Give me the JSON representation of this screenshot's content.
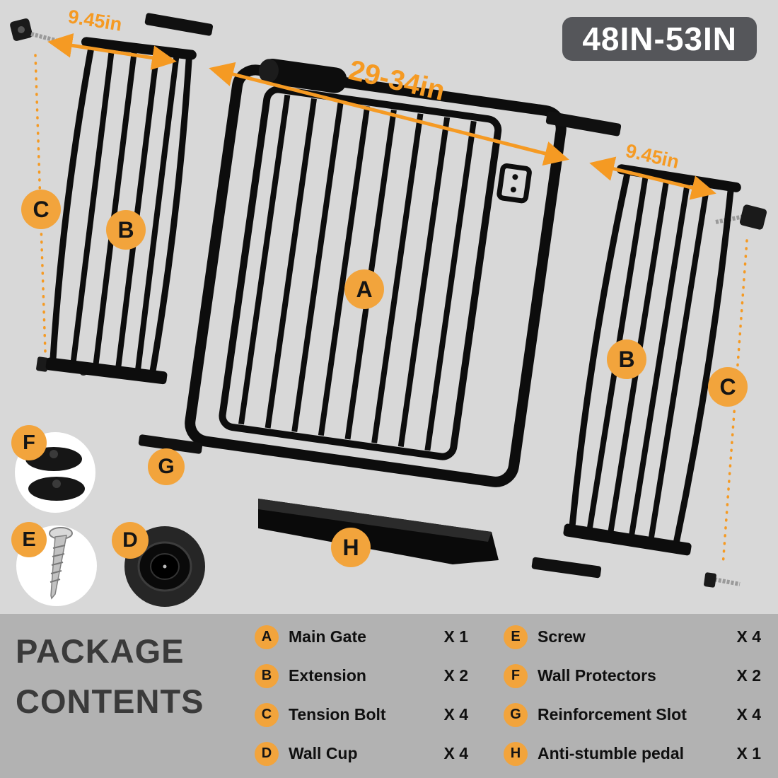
{
  "badge": {
    "label": "48IN-53IN"
  },
  "dimensions": {
    "left": "9.45in",
    "middle": "29-34in",
    "right": "9.45in"
  },
  "callouts": {
    "a": "A",
    "b_left": "B",
    "b_right": "B",
    "c_left": "C",
    "c_right": "C",
    "d": "D",
    "e": "E",
    "f": "F",
    "g": "G",
    "h": "H"
  },
  "package": {
    "title_line1": "PACKAGE",
    "title_line2": "CONTENTS",
    "items": [
      {
        "letter": "A",
        "name": "Main Gate",
        "qty": "X 1"
      },
      {
        "letter": "B",
        "name": "Extension",
        "qty": "X 2"
      },
      {
        "letter": "C",
        "name": "Tension Bolt",
        "qty": "X 4"
      },
      {
        "letter": "D",
        "name": "Wall Cup",
        "qty": "X 4"
      },
      {
        "letter": "E",
        "name": "Screw",
        "qty": "X 4"
      },
      {
        "letter": "F",
        "name": "Wall Protectors",
        "qty": "X 2"
      },
      {
        "letter": "G",
        "name": "Reinforcement Slot",
        "qty": "X 4"
      },
      {
        "letter": "H",
        "name": "Anti-stumble pedal",
        "qty": "X 1"
      }
    ]
  },
  "colors": {
    "accent_orange": "#F2A43C",
    "arrow_orange": "#F59A23",
    "badge_bg": "#55565A",
    "background": "#D8D8D8",
    "band_bg": "#B2B2B2",
    "gate_black": "#0D0D0D"
  }
}
